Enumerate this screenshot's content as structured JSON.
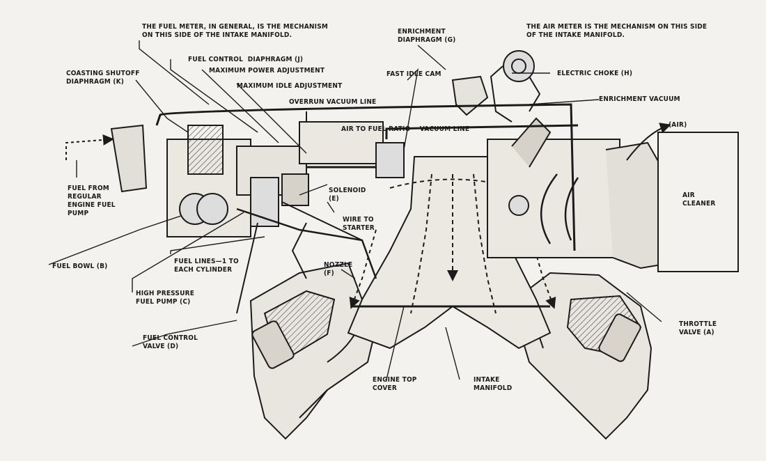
{
  "labels": {
    "fuel_meter_note": "THE FUEL METER, IN GENERAL, IS THE MECHANISM\nON THIS SIDE OF THE INTAKE MANIFOLD.",
    "air_meter_note": "THE AIR METER IS THE MECHANISM ON THIS SIDE\nOF THE INTAKE MANIFOLD.",
    "fuel_control_diaphragm": "FUEL CONTROL  DIAPHRAGM (J)",
    "max_power_adjustment": "MAXIMUM POWER ADJUSTMENT",
    "max_idle_adjustment": "MAXIMUM IDLE ADJUSTMENT",
    "coasting_shutoff": "COASTING SHUTOFF\nDIAPHRAGM (K)",
    "enrichment_diaphragm": "ENRICHMENT\nDIAPHRAGM (G)",
    "fast_idle_cam": "FAST IDLE CAM",
    "electric_choke": "ELECTRIC CHOKE (H)",
    "overrun_vacuum_line": "OVERRUN VACUUM LINE",
    "enrichment_vacuum": "ENRICHMENT VACUUM",
    "air_to_fuel_ratio": "AIR TO FUEL RATIO    VACUUM LINE",
    "air": "(AIR)",
    "air_cleaner": "AIR\nCLEANER",
    "fuel_from_pump": "FUEL FROM\nREGULAR\nENGINE FUEL\nPUMP",
    "solenoid": "SOLENOID\n(E)",
    "wire_to_starter": "WIRE TO\nSTARTER",
    "fuel_bowl": "FUEL BOWL (B)",
    "fuel_lines": "FUEL LINES—1 TO\nEACH CYLINDER",
    "nozzle": "NOZZLE\n(F)",
    "high_pressure_pump": "HIGH PRESSURE\nFUEL PUMP (C)",
    "fuel_control_valve": "FUEL CONTROL\nVALVE (D)",
    "throttle_valve": "THROTTLE\nVALVE (A)",
    "engine_top_cover": "ENGINE TOP\nCOVER",
    "intake_manifold": "INTAKE\nMANIFOLD"
  },
  "colors": {
    "ink": "#1b1b1b",
    "paper": "#f4f2ee"
  }
}
